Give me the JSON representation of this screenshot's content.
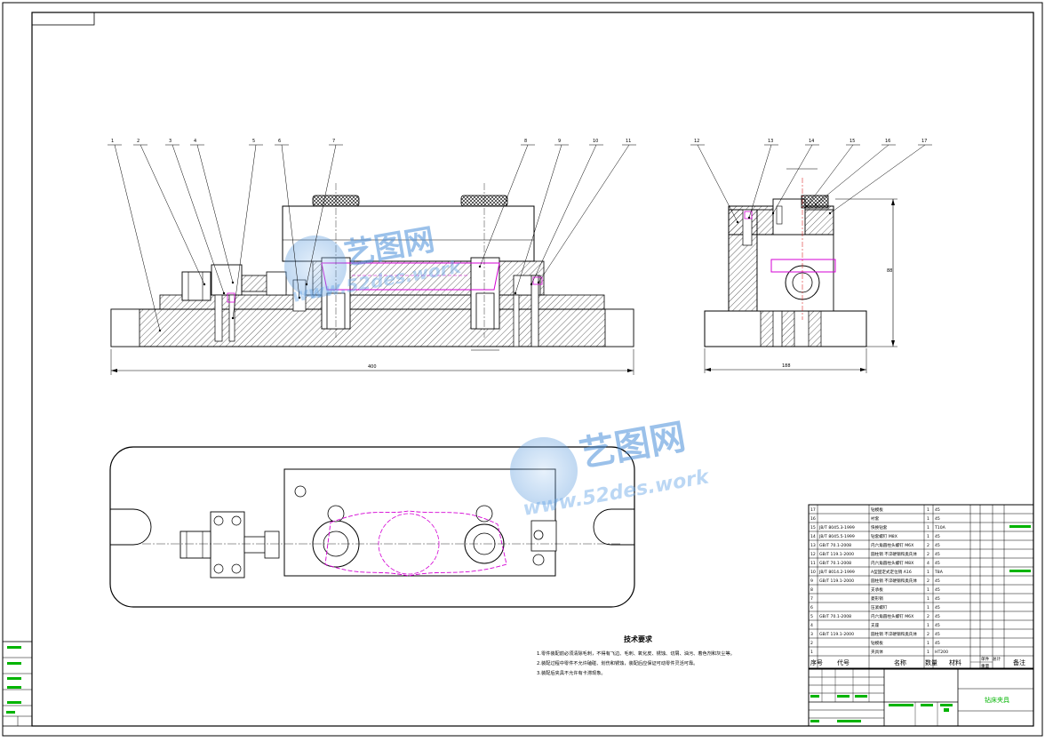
{
  "part_numbers": [
    "1",
    "2",
    "3",
    "4",
    "5",
    "6",
    "7",
    "8",
    "9",
    "10",
    "11",
    "12",
    "13",
    "14",
    "15",
    "16",
    "17"
  ],
  "dimensions": {
    "front_overall_width": "400",
    "side_overall_width": "188",
    "side_height": "88"
  },
  "tech_requirements": {
    "title": "技术要求",
    "lines": [
      "1.零件装配前必须清除毛刺，不得有飞边、毛刺、氧化皮、锈蚀、切屑、油污、着色剂和灰尘等。",
      "2.装配过程中零件不允许磕碰、划伤和锈蚀，装配后应保证可动零件灵活可靠。",
      "3.装配后夹具不允许有卡滞现象。"
    ]
  },
  "bom": {
    "headers": [
      "序号",
      "代号",
      "名称",
      "数量",
      "材料",
      "单件",
      "总计",
      "重量",
      "备注"
    ],
    "rows": [
      {
        "no": "17",
        "code": "",
        "name": "钻模板",
        "qty": "1",
        "mat": "45",
        "note": ""
      },
      {
        "no": "16",
        "code": "",
        "name": "衬套",
        "qty": "1",
        "mat": "45",
        "note": ""
      },
      {
        "no": "15",
        "code": "JB/T 8045.3-1999",
        "name": "快换钻套 ",
        "qty": "1",
        "mat": "T10A",
        "note": ""
      },
      {
        "no": "14",
        "code": "JB/T 8045.5-1999",
        "name": "钻套螺钉 M8X",
        "qty": "1",
        "mat": "45",
        "note": ""
      },
      {
        "no": "13",
        "code": "GB/T 70.1-2008",
        "name": "内六角圆柱头螺钉 M6X",
        "qty": "2",
        "mat": "45",
        "note": ""
      },
      {
        "no": "12",
        "code": "GB/T 119.1-2000",
        "name": "圆柱销 不淬硬钢和奥氏体",
        "qty": "2",
        "mat": "45",
        "note": ""
      },
      {
        "no": "11",
        "code": "GB/T 70.1-2008",
        "name": "内六角圆柱头螺钉 M8X",
        "qty": "4",
        "mat": "45",
        "note": ""
      },
      {
        "no": "10",
        "code": "JB/T 8014.2-1999",
        "name": "A型固定式定位销 A16",
        "qty": "1",
        "mat": "T8A",
        "note": ""
      },
      {
        "no": "9",
        "code": "GB/T 119.1-2000",
        "name": "圆柱销 不淬硬钢和奥氏体",
        "qty": "2",
        "mat": "45",
        "note": ""
      },
      {
        "no": "8",
        "code": "",
        "name": "支承板",
        "qty": "1",
        "mat": "45",
        "note": ""
      },
      {
        "no": "7",
        "code": "",
        "name": "菱形销",
        "qty": "1",
        "mat": "45",
        "note": ""
      },
      {
        "no": "6",
        "code": "",
        "name": "压紧螺钉",
        "qty": "1",
        "mat": "45",
        "note": ""
      },
      {
        "no": "5",
        "code": "GB/T 70.1-2008",
        "name": "内六角圆柱头螺钉 M6X",
        "qty": "2",
        "mat": "45",
        "note": ""
      },
      {
        "no": "4",
        "code": "",
        "name": "支座",
        "qty": "1",
        "mat": "45",
        "note": ""
      },
      {
        "no": "3",
        "code": "GB/T 119.1-2000",
        "name": "圆柱销 不淬硬钢和奥氏体",
        "qty": "2",
        "mat": "45",
        "note": ""
      },
      {
        "no": "2",
        "code": "",
        "name": "钻模板",
        "qty": "1",
        "mat": "45",
        "note": ""
      },
      {
        "no": "1",
        "code": "",
        "name": "夹具体",
        "qty": "1",
        "mat": "HT200",
        "note": ""
      }
    ]
  },
  "title_block": {
    "drawing_name": "钻床夹具"
  },
  "watermark": {
    "brand_cn": "艺图网",
    "url": "www.52des.work"
  },
  "colors": {
    "line": "#000000",
    "magenta": "#d400d4",
    "green": "#00b400",
    "watermark": "#4a90d9"
  }
}
